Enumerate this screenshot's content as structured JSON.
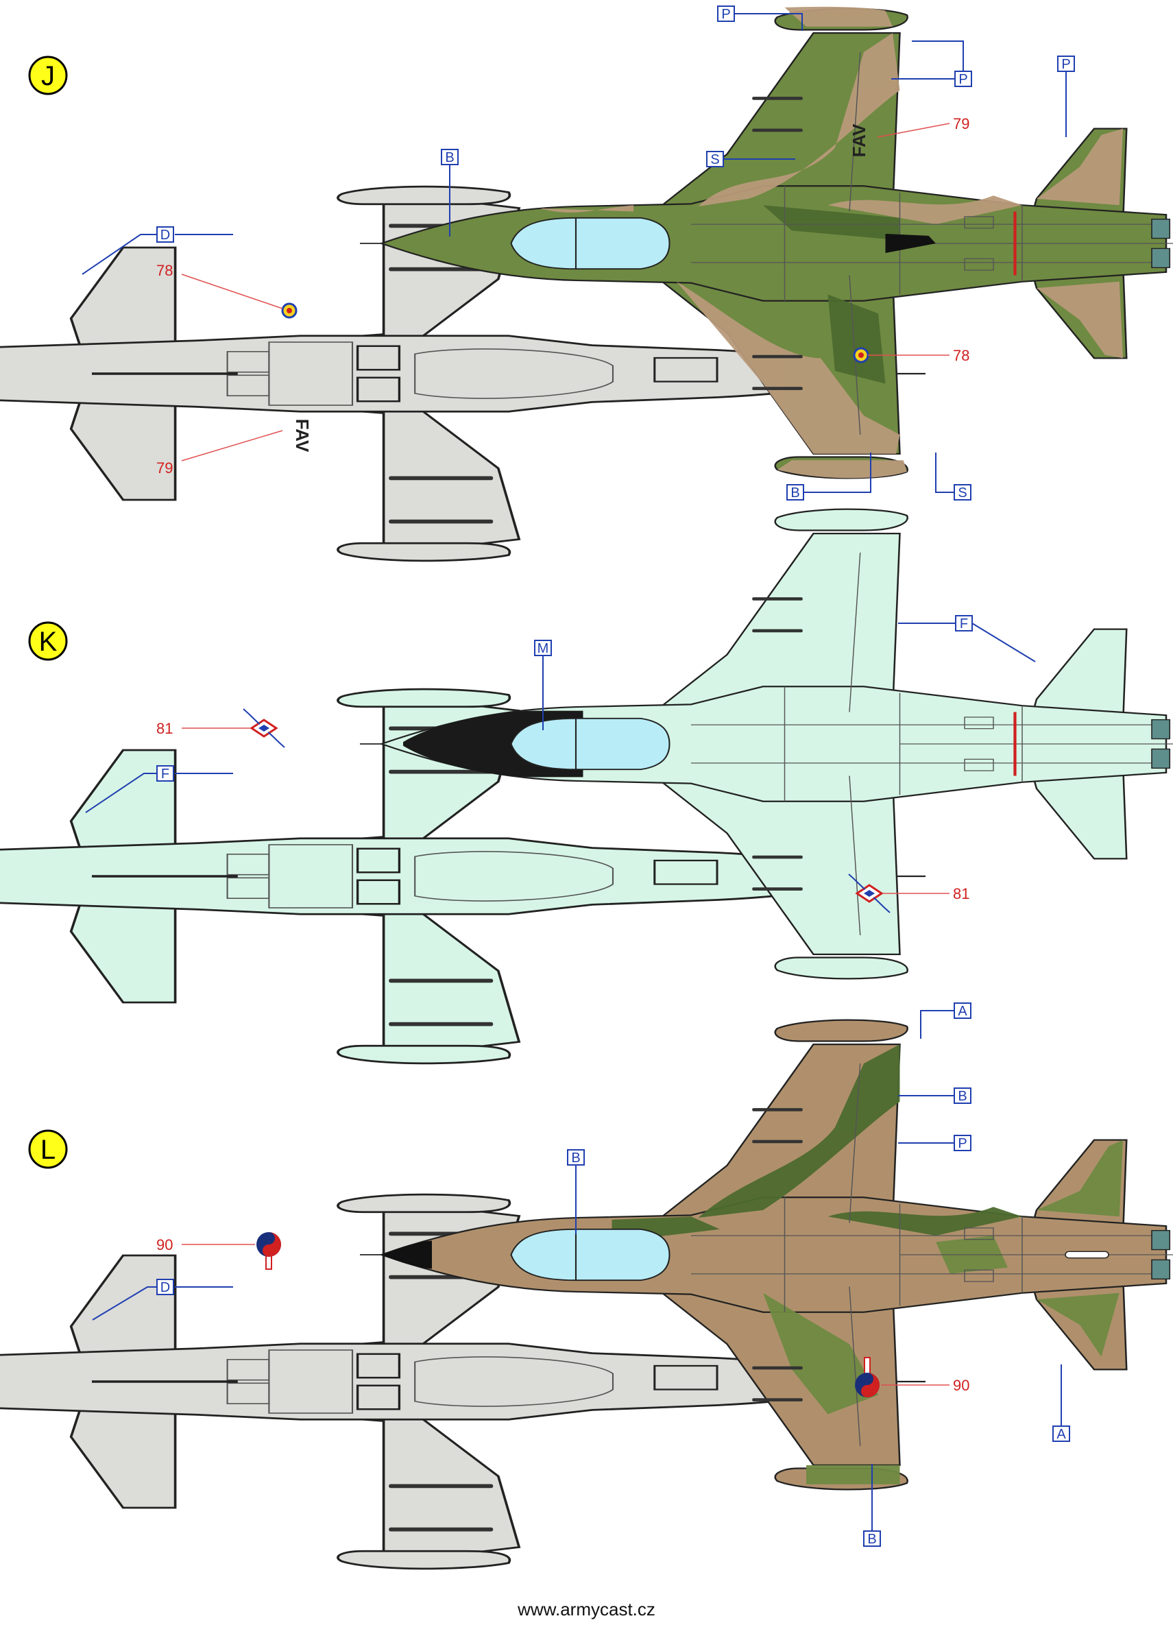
{
  "footer": {
    "website": "www.armycast.cz"
  },
  "schemes": [
    {
      "id": "J",
      "underside_color": "#dcdcd8",
      "topside_colors": [
        "#6f8a42",
        "#b89a7a",
        "#4d6b2f"
      ],
      "serial_upper": "FAV",
      "serial_lower": "FAV",
      "callouts": {
        "color_labels": [
          "P",
          "P",
          "P",
          "B",
          "S",
          "D",
          "B",
          "S"
        ],
        "decal_numbers": [
          "79",
          "78",
          "78",
          "79"
        ]
      }
    },
    {
      "id": "K",
      "underside_color": "#d6f5e6",
      "topside_colors": [
        "#d6f5e6",
        "#1a1a1a"
      ],
      "callouts": {
        "color_labels": [
          "M",
          "F",
          "F"
        ],
        "decal_numbers": [
          "81",
          "81"
        ]
      }
    },
    {
      "id": "L",
      "underside_color": "#dcdcd8",
      "topside_colors": [
        "#b0906c",
        "#4d6b2f",
        "#6f8a42"
      ],
      "callouts": {
        "color_labels": [
          "A",
          "B",
          "P",
          "B",
          "D",
          "A",
          "B"
        ],
        "decal_numbers": [
          "90",
          "90"
        ]
      }
    }
  ]
}
